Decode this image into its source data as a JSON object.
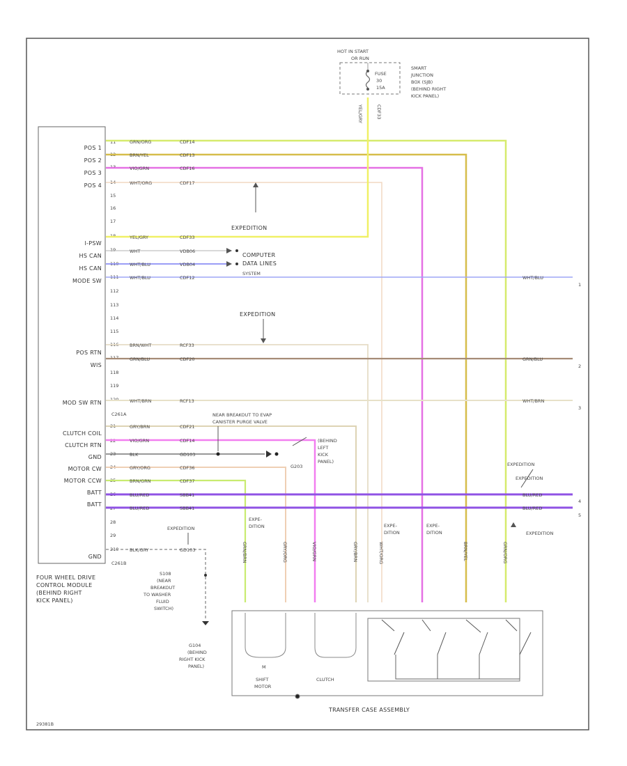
{
  "diagram": {
    "code": "29381B",
    "module": {
      "title_lines": [
        "FOUR WHEEL DRIVE",
        "CONTROL MODULE",
        "(BEHIND RIGHT",
        "KICK PANEL)"
      ],
      "pins": [
        {
          "name": "POS 1",
          "num": "11"
        },
        {
          "name": "POS 2",
          "num": "12"
        },
        {
          "name": "POS 3",
          "num": "13"
        },
        {
          "name": "POS 4",
          "num": "14"
        },
        {
          "name": "",
          "num": "15"
        },
        {
          "name": "",
          "num": "16"
        },
        {
          "name": "",
          "num": "17"
        },
        {
          "name": "I-PSW",
          "num": "18"
        },
        {
          "name": "HS CAN",
          "num": "19"
        },
        {
          "name": "HS CAN",
          "num": "110"
        },
        {
          "name": "MODE SW",
          "num": "111"
        },
        {
          "name": "",
          "num": "112"
        },
        {
          "name": "",
          "num": "113"
        },
        {
          "name": "",
          "num": "114"
        },
        {
          "name": "",
          "num": "115"
        },
        {
          "name": "POS RTN",
          "num": "116"
        },
        {
          "name": "WIS",
          "num": "117"
        },
        {
          "name": "",
          "num": "118"
        },
        {
          "name": "",
          "num": "119"
        },
        {
          "name": "MOD SW RTN",
          "num": "120"
        },
        {
          "name": "",
          "num": "C261A"
        },
        {
          "name": "CLUTCH COIL",
          "num": "21"
        },
        {
          "name": "CLUTCH RTN",
          "num": "22"
        },
        {
          "name": "GND",
          "num": "23"
        },
        {
          "name": "MOTOR CW",
          "num": "24"
        },
        {
          "name": "MOTOR CCW",
          "num": "25"
        },
        {
          "name": "BATT",
          "num": "26"
        },
        {
          "name": "BATT",
          "num": "27"
        },
        {
          "name": "",
          "num": "28"
        },
        {
          "name": "",
          "num": "29"
        },
        {
          "name": "GND",
          "num": "210"
        },
        {
          "name": "",
          "num": "C261B"
        }
      ]
    },
    "wires": [
      {
        "color": "GRN/ORG",
        "circuit": "CDF14"
      },
      {
        "color": "BRN/YEL",
        "circuit": "CDF13"
      },
      {
        "color": "VIO/GRN",
        "circuit": "CDF16"
      },
      {
        "color": "WHT/ORG",
        "circuit": "CDF17"
      },
      {
        "color": "YEL/GRY",
        "circuit": "CDF33"
      },
      {
        "color": "WHT",
        "circuit": "VDB06"
      },
      {
        "color": "WHT/BLU",
        "circuit": "VDB04"
      },
      {
        "color": "WHT/BLU",
        "circuit": "CDF12"
      },
      {
        "color": "BRN/WHT",
        "circuit": "RCF33"
      },
      {
        "color": "GRN/BLU",
        "circuit": "CDF20"
      },
      {
        "color": "WHT/BRN",
        "circuit": "RCF13"
      },
      {
        "color": "GRY/BRN",
        "circuit": "CDF21"
      },
      {
        "color": "VIO/GRN",
        "circuit": "CDF14"
      },
      {
        "color": "BLK",
        "circuit": "GD103"
      },
      {
        "color": "GRY/ORG",
        "circuit": "CDF36"
      },
      {
        "color": "BRN/GRN",
        "circuit": "CDF37"
      },
      {
        "color": "BLU/RED",
        "circuit": "SBB41"
      },
      {
        "color": "BLU/RED",
        "circuit": "SBB41"
      },
      {
        "color": "BLK/GRY",
        "circuit": "GD103"
      }
    ],
    "right_labels": [
      {
        "text": "WHT/BLU",
        "num": "1"
      },
      {
        "text": "GRN/BLU",
        "num": "2"
      },
      {
        "text": "WHT/BRN",
        "num": "3"
      },
      {
        "text": "BLU/RED",
        "num": "4"
      },
      {
        "text": "BLU/RED",
        "num": "5"
      }
    ],
    "fuse_block": {
      "header_lines": [
        "HOT IN START",
        "OR RUN"
      ],
      "fuse": "FUSE",
      "fuse_num": "30",
      "amps": "15A",
      "label_lines": [
        "SMART",
        "JUNCTION",
        "BOX (SJB)",
        "(BEHIND RIGHT",
        "KICK PANEL)"
      ],
      "wire_text": "YEL/GRY",
      "circuit": "CDF33"
    },
    "annotations": {
      "expedition": "EXPEDITION",
      "computer_data_lines": [
        "COMPUTER",
        "DATA LINES",
        "SYSTEM"
      ],
      "near_breakout": [
        "NEAR BREAKOUT TO EVAP",
        "CANISTER PURGE VALVE"
      ],
      "g203_lines": [
        "G203",
        "(BEHIND",
        "LEFT",
        "KICK",
        "PANEL)"
      ],
      "s108_lines": [
        "S108",
        "(NEAR",
        "BREAKOUT",
        "TO WASHER",
        "FLUID",
        "SWITCH)"
      ],
      "g104_lines": [
        "G104",
        "(BEHIND",
        "RIGHT KICK",
        "PANEL)"
      ],
      "expe_dition": [
        "EXPE-",
        "DITION"
      ],
      "shift_motor": [
        "SHIFT",
        "MOTOR"
      ],
      "m": "M",
      "clutch": "CLUTCH",
      "transfer_case": "TRANSFER CASE ASSEMBLY"
    },
    "bottom_codes": [
      "GRN/BRN",
      "GRY/ORG",
      "VIO/GRN",
      "GRY/BRN",
      "WHT/ORG",
      "BRN/YEL",
      "GRN/ORG"
    ]
  }
}
